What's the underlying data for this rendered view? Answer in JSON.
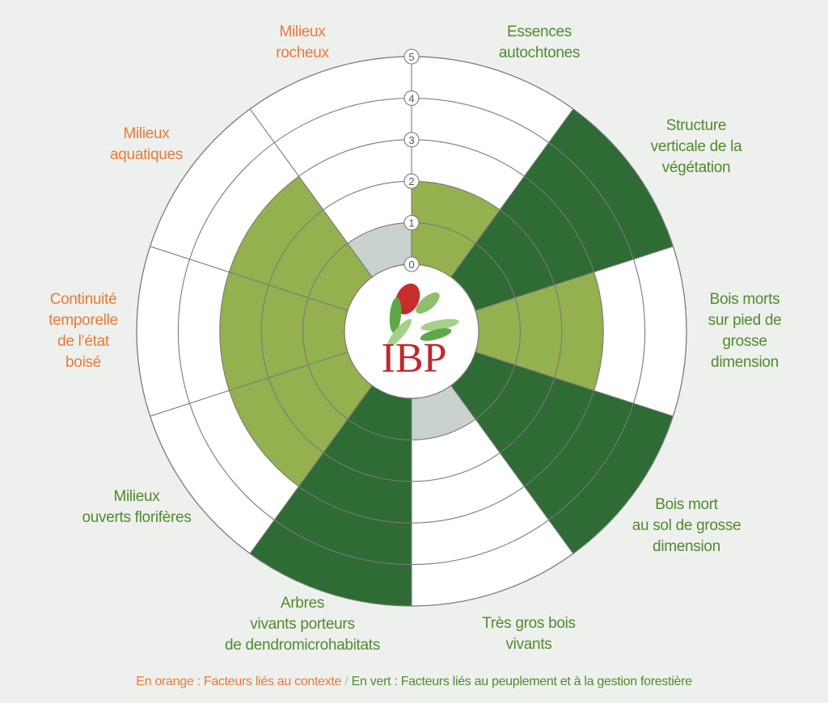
{
  "chart_data": {
    "type": "polar-area",
    "title": "IBP",
    "rlim": [
      0,
      5
    ],
    "ticks": [
      "0",
      "1",
      "2",
      "3",
      "4",
      "5"
    ],
    "categories": [
      "Essences autochtones",
      "Structure verticale de la végétation",
      "Bois morts sur pied de grosse dimension",
      "Bois mort au sol de grosse dimension",
      "Très gros bois vivants",
      "Arbres vivants porteurs de dendromicrohabitats",
      "Milieux ouverts florifères",
      "Continuité temporelle de l’état boisé",
      "Milieux aquatiques",
      "Milieux rocheux"
    ],
    "labels": [
      "Essences\nautochtones",
      "Structure\nverticale de la\nvégétation",
      "Bois morts\nsur pied de\ngrosse\ndimension",
      "Bois mort\nau sol de grosse\ndimension",
      "Très gros bois\nvivants",
      "Arbres\nvivants porteurs\nde dendromicrohabitats",
      "Milieux\nouverts florifères",
      "Continuité\ntemporelle\nde l’état\nboisé",
      "Milieux\naquatiques",
      "Milieux\nrocheux"
    ],
    "groups": [
      "green",
      "green",
      "green",
      "green",
      "green",
      "green",
      "green",
      "orange",
      "orange",
      "orange"
    ],
    "values": [
      2,
      5,
      3,
      5,
      1,
      5,
      3,
      3,
      3,
      1
    ],
    "fill_colors": {
      "1": "#c9d2cd",
      "2": "#94b04f",
      "3": "#94b04f",
      "5": "#2e6b35"
    }
  },
  "logo": {
    "text": "IBP"
  },
  "footer": {
    "orange": "En orange : Facteurs liés au contexte",
    "sep": " / ",
    "green": "En vert : Facteurs liés au peuplement et à la gestion forestière"
  },
  "colors": {
    "orange": "#ea7a35",
    "green": "#4f8c2c",
    "background": "#eef0ee"
  }
}
